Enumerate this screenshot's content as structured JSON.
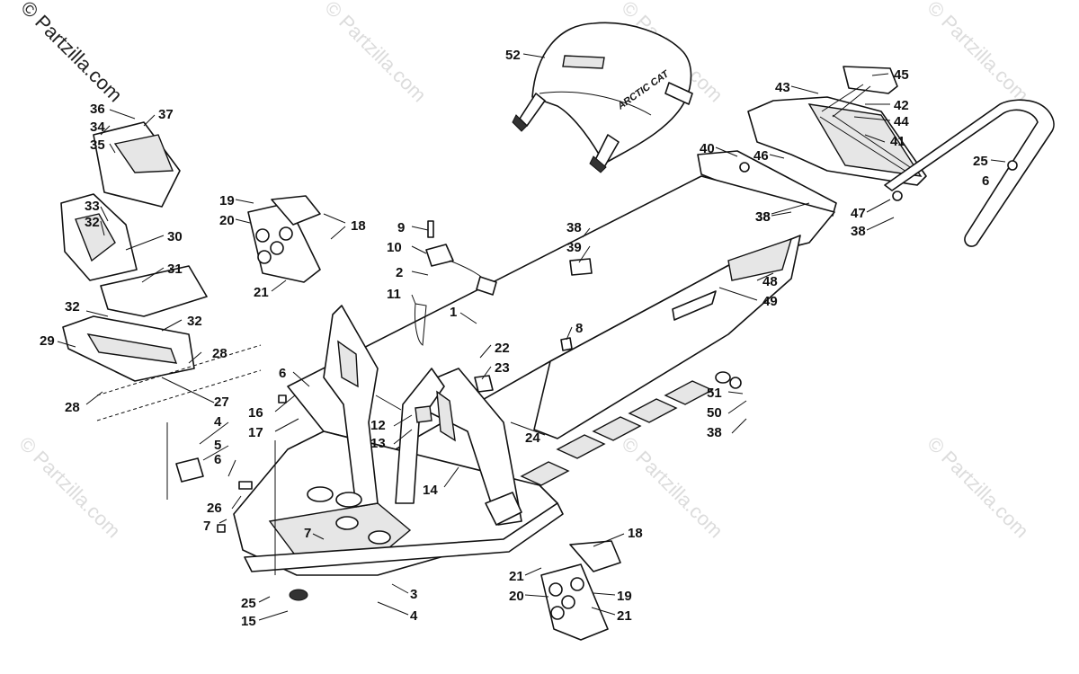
{
  "watermark": {
    "brand_text": "© Partzilla.com",
    "tile_text": "© Partzilla.com"
  },
  "seat_logo": "ARCTIC CAT",
  "callouts": [
    {
      "id": "c52a",
      "text": "52"
    },
    {
      "id": "c43",
      "text": "43"
    },
    {
      "id": "c45",
      "text": "45"
    },
    {
      "id": "c42",
      "text": "42"
    },
    {
      "id": "c44",
      "text": "44"
    },
    {
      "id": "c41",
      "text": "41"
    },
    {
      "id": "c40",
      "text": "40"
    },
    {
      "id": "c46",
      "text": "46"
    },
    {
      "id": "c25a",
      "text": "25"
    },
    {
      "id": "c6a",
      "text": "6"
    },
    {
      "id": "c47",
      "text": "47"
    },
    {
      "id": "c38a",
      "text": "38"
    },
    {
      "id": "c38b",
      "text": "38"
    },
    {
      "id": "c36",
      "text": "36"
    },
    {
      "id": "c37",
      "text": "37"
    },
    {
      "id": "c34",
      "text": "34"
    },
    {
      "id": "c35",
      "text": "35"
    },
    {
      "id": "c19a",
      "text": "19"
    },
    {
      "id": "c20a",
      "text": "20"
    },
    {
      "id": "c18a",
      "text": "18"
    },
    {
      "id": "c21a",
      "text": "21"
    },
    {
      "id": "c33",
      "text": "33"
    },
    {
      "id": "c32a",
      "text": "32"
    },
    {
      "id": "c30",
      "text": "30"
    },
    {
      "id": "c31",
      "text": "31"
    },
    {
      "id": "c32b",
      "text": "32"
    },
    {
      "id": "c32c",
      "text": "32"
    },
    {
      "id": "c29",
      "text": "29"
    },
    {
      "id": "c28a",
      "text": "28"
    },
    {
      "id": "c28b",
      "text": "28"
    },
    {
      "id": "c27",
      "text": "27"
    },
    {
      "id": "c9",
      "text": "9"
    },
    {
      "id": "c10",
      "text": "10"
    },
    {
      "id": "c2",
      "text": "2"
    },
    {
      "id": "c11",
      "text": "11"
    },
    {
      "id": "c1",
      "text": "1"
    },
    {
      "id": "c38c",
      "text": "38"
    },
    {
      "id": "c39",
      "text": "39"
    },
    {
      "id": "c38d",
      "text": "38"
    },
    {
      "id": "c48",
      "text": "48"
    },
    {
      "id": "c49",
      "text": "49"
    },
    {
      "id": "c8",
      "text": "8"
    },
    {
      "id": "c22",
      "text": "22"
    },
    {
      "id": "c23",
      "text": "23"
    },
    {
      "id": "c6b",
      "text": "6"
    },
    {
      "id": "c16",
      "text": "16"
    },
    {
      "id": "c17",
      "text": "17"
    },
    {
      "id": "c4a",
      "text": "4"
    },
    {
      "id": "c5",
      "text": "5"
    },
    {
      "id": "c6c",
      "text": "6"
    },
    {
      "id": "c12",
      "text": "12"
    },
    {
      "id": "c13",
      "text": "13"
    },
    {
      "id": "c24",
      "text": "24"
    },
    {
      "id": "c51",
      "text": "51"
    },
    {
      "id": "c50",
      "text": "50"
    },
    {
      "id": "c38e",
      "text": "38"
    },
    {
      "id": "c14",
      "text": "14"
    },
    {
      "id": "c26",
      "text": "26"
    },
    {
      "id": "c7a",
      "text": "7"
    },
    {
      "id": "c7b",
      "text": "7"
    },
    {
      "id": "c18b",
      "text": "18"
    },
    {
      "id": "c21b",
      "text": "21"
    },
    {
      "id": "c19b",
      "text": "19"
    },
    {
      "id": "c20b",
      "text": "20"
    },
    {
      "id": "c21c",
      "text": "21"
    },
    {
      "id": "c3",
      "text": "3"
    },
    {
      "id": "c4b",
      "text": "4"
    },
    {
      "id": "c25b",
      "text": "25"
    },
    {
      "id": "c15",
      "text": "15"
    }
  ]
}
